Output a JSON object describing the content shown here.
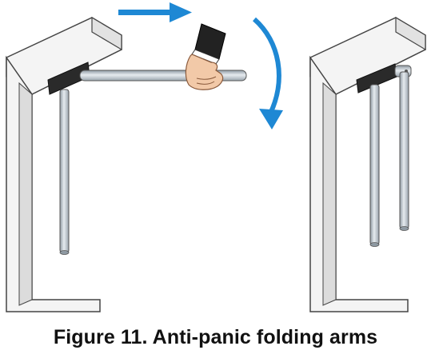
{
  "figure": {
    "caption": "Figure 11. Anti-panic folding arms",
    "colors": {
      "outline": "#444444",
      "housing_fill": "#f4f4f4",
      "housing_shade": "#dcdcdc",
      "hub": "#2a2a2a",
      "arm_fill": "#b9c2c9",
      "arm_highlight": "#e6ebef",
      "arrow": "#1e88d4",
      "sleeve": "#222222",
      "skin": "#f2c9a8"
    },
    "icons": {
      "push_arrow": "arrow-right-icon",
      "rotation_arrow": "curved-arrow-down-icon",
      "hand": "hand-icon"
    },
    "panels": [
      {
        "state": "arm-extended-being-pushed"
      },
      {
        "state": "arm-folded-down"
      }
    ]
  }
}
